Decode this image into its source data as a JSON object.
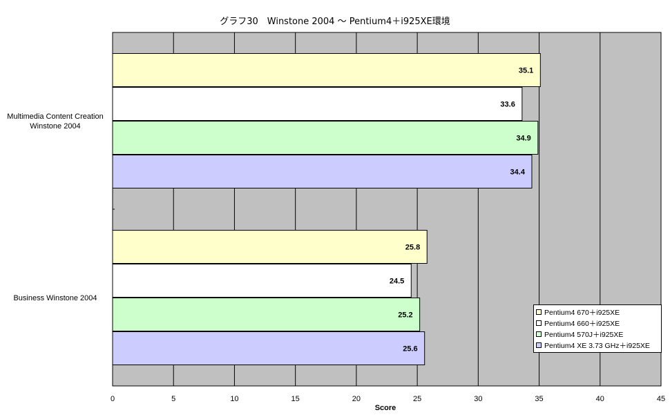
{
  "chart_data": {
    "type": "bar",
    "orientation": "horizontal",
    "title": "グラフ30　Winstone 2004 ～ Pentium4＋i925XE環境",
    "xlabel": "Score",
    "ylabel": "",
    "xlim": [
      0,
      45
    ],
    "xticks": [
      0,
      5,
      10,
      15,
      20,
      25,
      30,
      35,
      40,
      45
    ],
    "grid": true,
    "legend_position": "lower-right",
    "categories": [
      "Multimedia Content Creation\nWinstone 2004",
      "Business Winstone 2004"
    ],
    "series": [
      {
        "name": "Pentium4 670＋i925XE",
        "color": "#ffffcc",
        "values": [
          35.1,
          25.8
        ]
      },
      {
        "name": "Pentium4 660＋i925XE",
        "color": "#ffffff",
        "values": [
          33.6,
          24.5
        ]
      },
      {
        "name": "Pentium4 570J＋i925XE",
        "color": "#ccffcc",
        "values": [
          34.9,
          25.2
        ]
      },
      {
        "name": "Pentium4 XE 3.73 GHz＋i925XE",
        "color": "#ccccff",
        "values": [
          34.4,
          25.6
        ]
      }
    ],
    "plot_background": "#c0c0c0"
  }
}
